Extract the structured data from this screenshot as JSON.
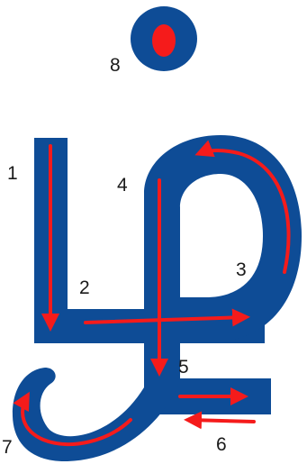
{
  "colors": {
    "glyph_fill": "#0E4C96",
    "arrow": "#F51B1B",
    "number_text": "#1a1a1a",
    "background": "#ffffff"
  },
  "icons": {
    "dot": "filled-circle-with-red-center",
    "arrow": "red-direction-arrow"
  },
  "stroke_numbers": {
    "s1": "1",
    "s2": "2",
    "s3": "3",
    "s4": "4",
    "s5": "5",
    "s6": "6",
    "s7": "7",
    "s8": "8"
  }
}
